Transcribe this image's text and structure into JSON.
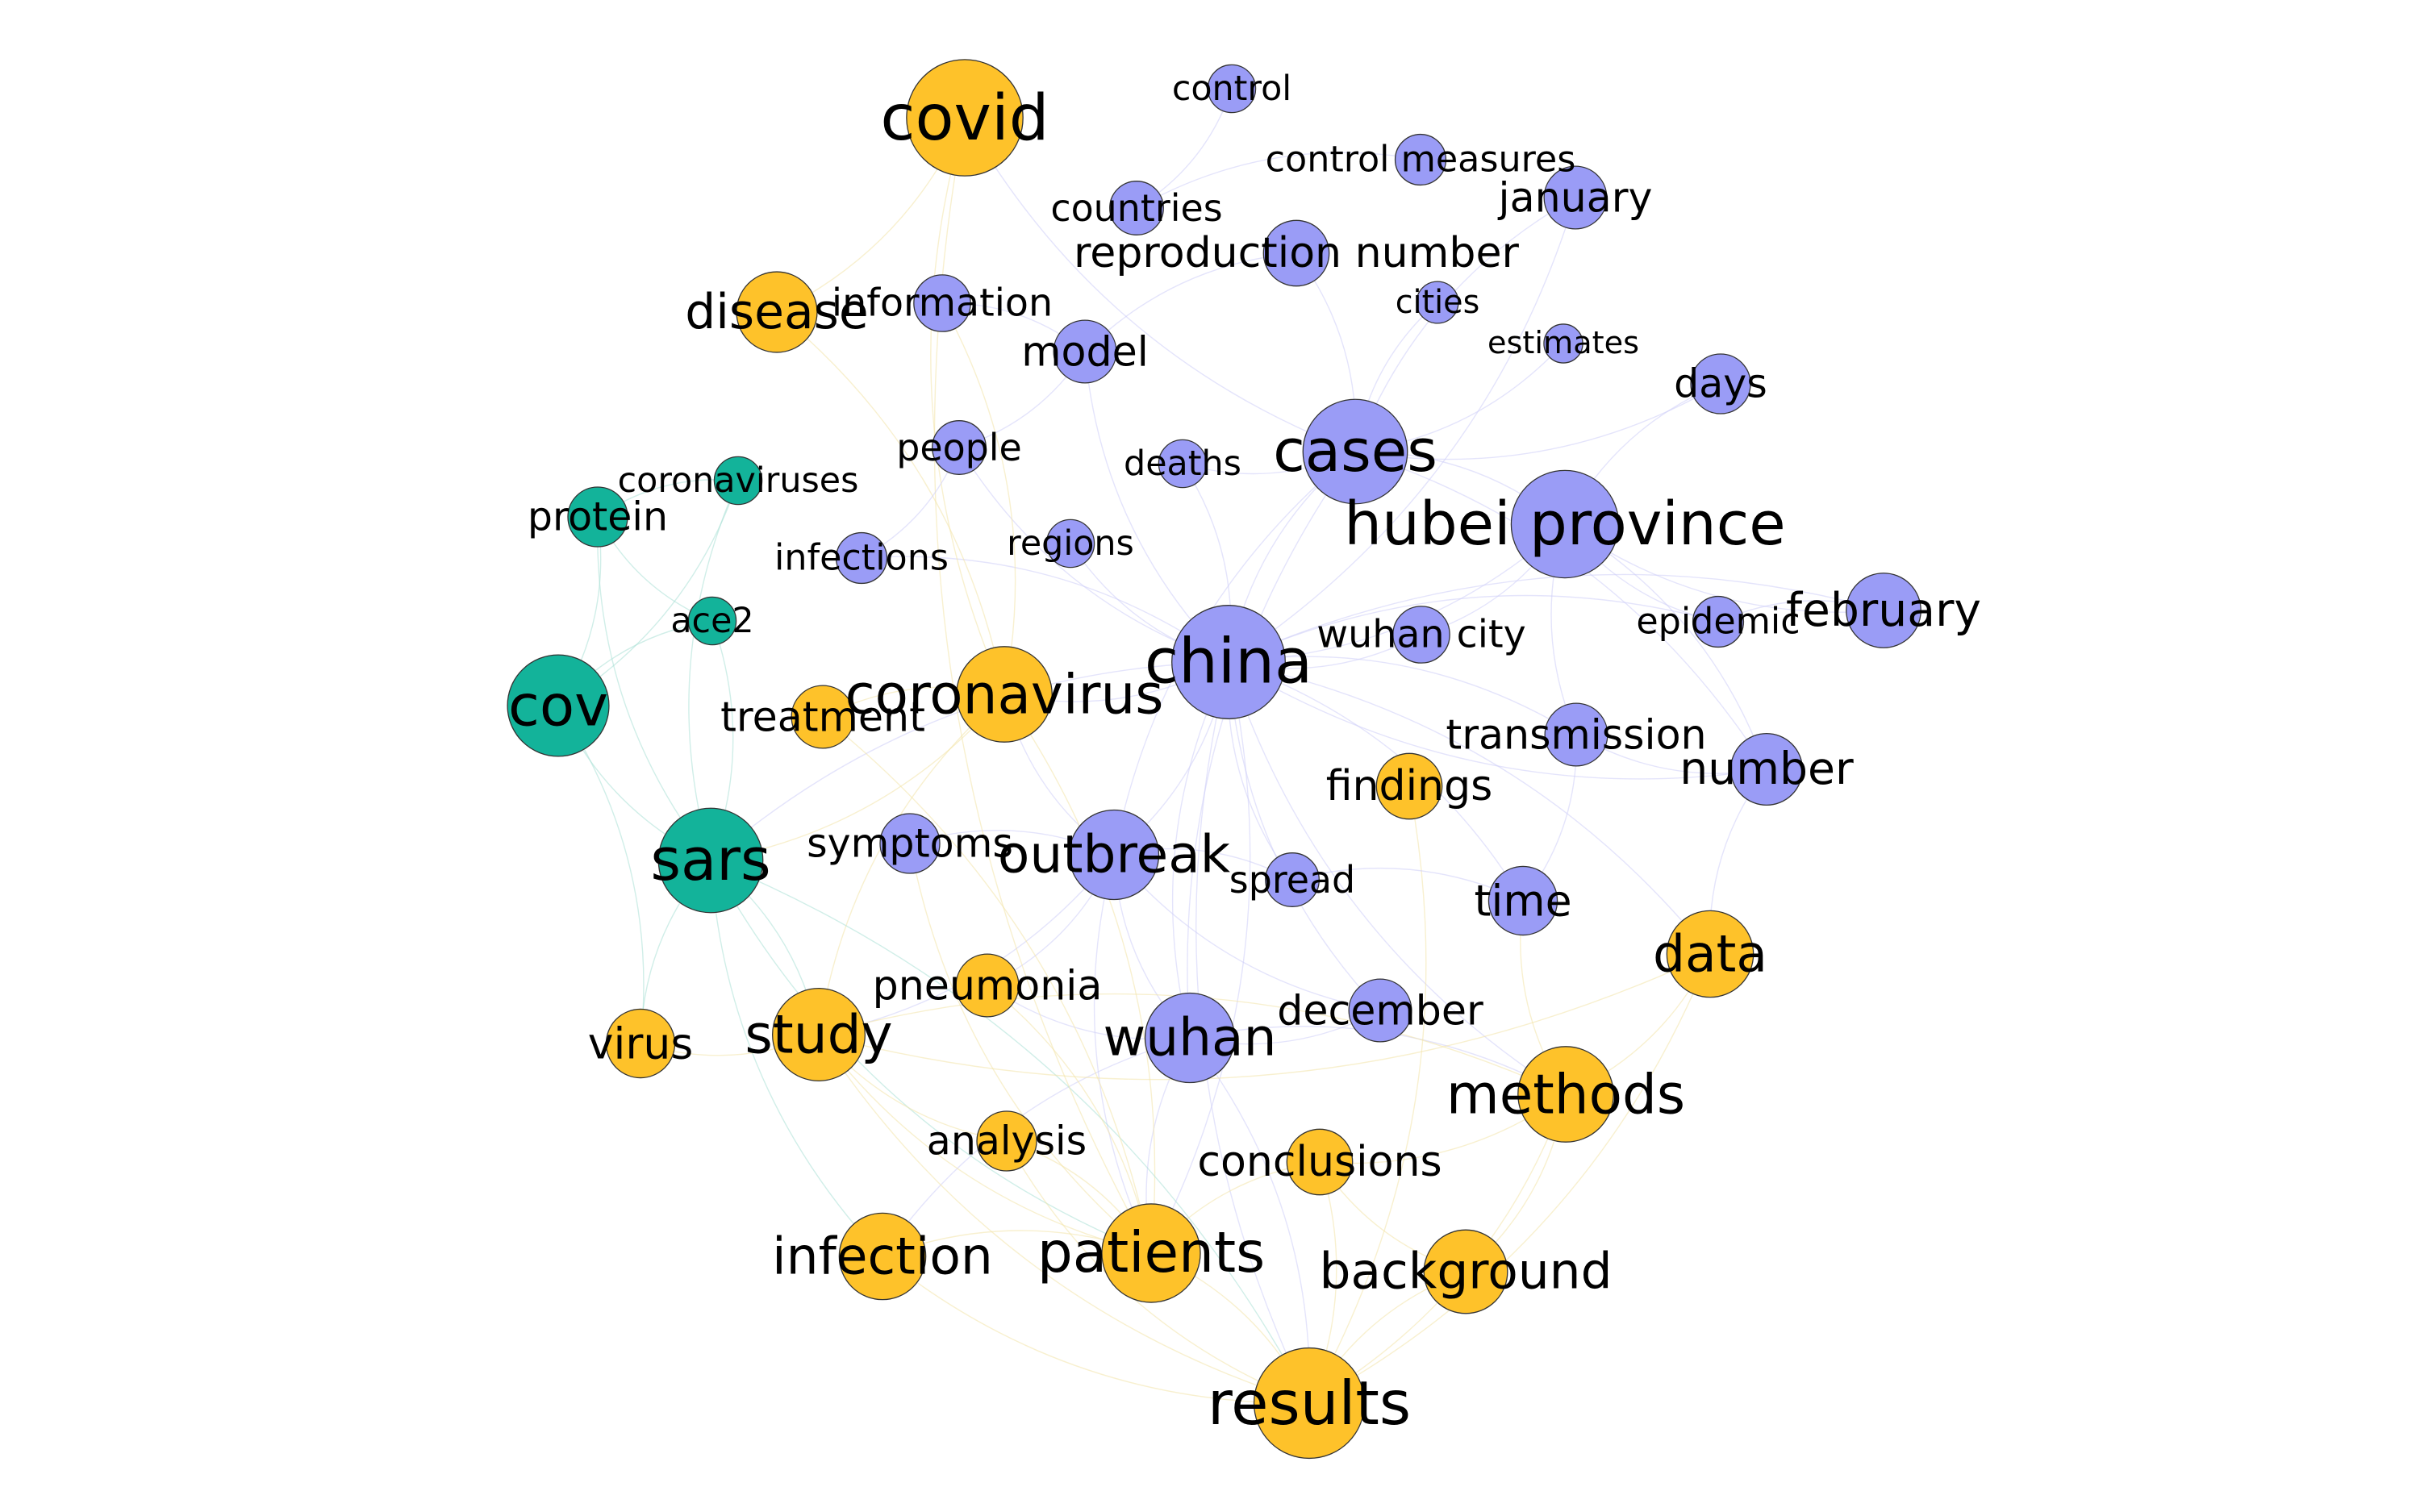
{
  "colors": {
    "topic_a": "#FEC22A",
    "topic_b": "#9A9CF6",
    "topic_c": "#13B39A",
    "node_stroke": "#333333",
    "edge_a": "#F3E3A8",
    "edge_b": "#CDCEF7",
    "edge_c": "#A9E0D6"
  },
  "nodes": [
    {
      "id": "covid",
      "label": "covid",
      "group": "topic_a",
      "weight": 39
    },
    {
      "id": "disease",
      "label": "disease",
      "group": "topic_a",
      "weight": 27
    },
    {
      "id": "coronavirus",
      "label": "coronavirus",
      "group": "topic_a",
      "weight": 32
    },
    {
      "id": "treatment",
      "label": "treatment",
      "group": "topic_a",
      "weight": 21
    },
    {
      "id": "findings",
      "label": "findings",
      "group": "topic_a",
      "weight": 22
    },
    {
      "id": "pneumonia",
      "label": "pneumonia",
      "group": "topic_a",
      "weight": 21
    },
    {
      "id": "virus",
      "label": "virus",
      "group": "topic_a",
      "weight": 23
    },
    {
      "id": "study",
      "label": "study",
      "group": "topic_a",
      "weight": 31
    },
    {
      "id": "data",
      "label": "data",
      "group": "topic_a",
      "weight": 29
    },
    {
      "id": "methods",
      "label": "methods",
      "group": "topic_a",
      "weight": 32
    },
    {
      "id": "analysis",
      "label": "analysis",
      "group": "topic_a",
      "weight": 20
    },
    {
      "id": "conclusions",
      "label": "conclusions",
      "group": "topic_a",
      "weight": 22
    },
    {
      "id": "infection",
      "label": "infection",
      "group": "topic_a",
      "weight": 29
    },
    {
      "id": "patients",
      "label": "patients",
      "group": "topic_a",
      "weight": 33
    },
    {
      "id": "background",
      "label": "background",
      "group": "topic_a",
      "weight": 28
    },
    {
      "id": "results",
      "label": "results",
      "group": "topic_a",
      "weight": 37
    },
    {
      "id": "control",
      "label": "control",
      "group": "topic_b",
      "weight": 16
    },
    {
      "id": "control_measures",
      "label": "control measures",
      "group": "topic_b",
      "weight": 17
    },
    {
      "id": "countries",
      "label": "countries",
      "group": "topic_b",
      "weight": 18
    },
    {
      "id": "january",
      "label": "january",
      "group": "topic_b",
      "weight": 21
    },
    {
      "id": "reproduction_number",
      "label": "reproduction number",
      "group": "topic_b",
      "weight": 22
    },
    {
      "id": "information",
      "label": "information",
      "group": "topic_b",
      "weight": 19
    },
    {
      "id": "cities",
      "label": "cities",
      "group": "topic_b",
      "weight": 14
    },
    {
      "id": "model",
      "label": "model",
      "group": "topic_b",
      "weight": 21
    },
    {
      "id": "estimates",
      "label": "estimates",
      "group": "topic_b",
      "weight": 13
    },
    {
      "id": "days",
      "label": "days",
      "group": "topic_b",
      "weight": 20
    },
    {
      "id": "people",
      "label": "people",
      "group": "topic_b",
      "weight": 18
    },
    {
      "id": "deaths",
      "label": "deaths",
      "group": "topic_b",
      "weight": 16
    },
    {
      "id": "cases",
      "label": "cases",
      "group": "topic_b",
      "weight": 35
    },
    {
      "id": "hubei_province",
      "label": "hubei province",
      "group": "topic_b",
      "weight": 36
    },
    {
      "id": "infections",
      "label": "infections",
      "group": "topic_b",
      "weight": 17
    },
    {
      "id": "regions",
      "label": "regions",
      "group": "topic_b",
      "weight": 16
    },
    {
      "id": "china",
      "label": "china",
      "group": "topic_b",
      "weight": 38
    },
    {
      "id": "wuhan_city",
      "label": "wuhan city",
      "group": "topic_b",
      "weight": 19
    },
    {
      "id": "epidemic",
      "label": "epidemic",
      "group": "topic_b",
      "weight": 17
    },
    {
      "id": "february",
      "label": "february",
      "group": "topic_b",
      "weight": 25
    },
    {
      "id": "transmission",
      "label": "transmission",
      "group": "topic_b",
      "weight": 21
    },
    {
      "id": "number",
      "label": "number",
      "group": "topic_b",
      "weight": 24
    },
    {
      "id": "symptoms",
      "label": "symptoms",
      "group": "topic_b",
      "weight": 20
    },
    {
      "id": "outbreak",
      "label": "outbreak",
      "group": "topic_b",
      "weight": 30
    },
    {
      "id": "spread",
      "label": "spread",
      "group": "topic_b",
      "weight": 18
    },
    {
      "id": "time",
      "label": "time",
      "group": "topic_b",
      "weight": 23
    },
    {
      "id": "december",
      "label": "december",
      "group": "topic_b",
      "weight": 21
    },
    {
      "id": "wuhan",
      "label": "wuhan",
      "group": "topic_b",
      "weight": 30
    },
    {
      "id": "coronaviruses",
      "label": "coronaviruses",
      "group": "topic_c",
      "weight": 16
    },
    {
      "id": "protein",
      "label": "protein",
      "group": "topic_c",
      "weight": 20
    },
    {
      "id": "ace2",
      "label": "ace2",
      "group": "topic_c",
      "weight": 16
    },
    {
      "id": "cov",
      "label": "cov",
      "group": "topic_c",
      "weight": 34
    },
    {
      "id": "sars",
      "label": "sars",
      "group": "topic_c",
      "weight": 35
    }
  ],
  "edges": [
    [
      "china",
      "cases"
    ],
    [
      "china",
      "hubei_province"
    ],
    [
      "china",
      "outbreak"
    ],
    [
      "china",
      "wuhan"
    ],
    [
      "china",
      "coronavirus"
    ],
    [
      "china",
      "wuhan_city"
    ],
    [
      "china",
      "transmission"
    ],
    [
      "china",
      "number"
    ],
    [
      "china",
      "february"
    ],
    [
      "china",
      "january"
    ],
    [
      "china",
      "model"
    ],
    [
      "china",
      "deaths"
    ],
    [
      "china",
      "regions"
    ],
    [
      "china",
      "infections"
    ],
    [
      "china",
      "people"
    ],
    [
      "china",
      "spread"
    ],
    [
      "china",
      "time"
    ],
    [
      "china",
      "december"
    ],
    [
      "china",
      "epidemic"
    ],
    [
      "china",
      "results"
    ],
    [
      "china",
      "data"
    ],
    [
      "china",
      "methods"
    ],
    [
      "china",
      "patients"
    ],
    [
      "china",
      "sars"
    ],
    [
      "cases",
      "hubei_province"
    ],
    [
      "cases",
      "wuhan"
    ],
    [
      "cases",
      "number"
    ],
    [
      "cases",
      "days"
    ],
    [
      "cases",
      "deaths"
    ],
    [
      "cases",
      "reproduction_number"
    ],
    [
      "cases",
      "cities"
    ],
    [
      "cases",
      "estimates"
    ],
    [
      "cases",
      "january"
    ],
    [
      "cases",
      "outbreak"
    ],
    [
      "cases",
      "covid"
    ],
    [
      "hubei_province",
      "february"
    ],
    [
      "hubei_province",
      "wuhan_city"
    ],
    [
      "hubei_province",
      "epidemic"
    ],
    [
      "hubei_province",
      "number"
    ],
    [
      "hubei_province",
      "transmission"
    ],
    [
      "hubei_province",
      "days"
    ],
    [
      "outbreak",
      "wuhan"
    ],
    [
      "outbreak",
      "coronavirus"
    ],
    [
      "outbreak",
      "symptoms"
    ],
    [
      "outbreak",
      "spread"
    ],
    [
      "outbreak",
      "december"
    ],
    [
      "outbreak",
      "study"
    ],
    [
      "outbreak",
      "patients"
    ],
    [
      "outbreak",
      "pneumonia"
    ],
    [
      "wuhan",
      "december"
    ],
    [
      "wuhan",
      "pneumonia"
    ],
    [
      "wuhan",
      "patients"
    ],
    [
      "wuhan",
      "methods"
    ],
    [
      "wuhan",
      "infection"
    ],
    [
      "wuhan",
      "results"
    ],
    [
      "coronavirus",
      "disease"
    ],
    [
      "coronavirus",
      "covid"
    ],
    [
      "coronavirus",
      "treatment"
    ],
    [
      "coronavirus",
      "sars"
    ],
    [
      "coronavirus",
      "study"
    ],
    [
      "coronavirus",
      "patients"
    ],
    [
      "coronavirus",
      "information"
    ],
    [
      "sars",
      "cov"
    ],
    [
      "sars",
      "virus"
    ],
    [
      "sars",
      "protein"
    ],
    [
      "sars",
      "ace2"
    ],
    [
      "sars",
      "coronaviruses"
    ],
    [
      "sars",
      "infection"
    ],
    [
      "sars",
      "study"
    ],
    [
      "sars",
      "patients"
    ],
    [
      "sars",
      "results"
    ],
    [
      "cov",
      "protein"
    ],
    [
      "cov",
      "ace2"
    ],
    [
      "cov",
      "coronaviruses"
    ],
    [
      "cov",
      "virus"
    ],
    [
      "protein",
      "ace2"
    ],
    [
      "protein",
      "coronaviruses"
    ],
    [
      "results",
      "methods"
    ],
    [
      "results",
      "background"
    ],
    [
      "results",
      "patients"
    ],
    [
      "results",
      "infection"
    ],
    [
      "results",
      "conclusions"
    ],
    [
      "results",
      "study"
    ],
    [
      "results",
      "data"
    ],
    [
      "results",
      "analysis"
    ],
    [
      "results",
      "findings"
    ],
    [
      "methods",
      "background"
    ],
    [
      "methods",
      "data"
    ],
    [
      "methods",
      "conclusions"
    ],
    [
      "methods",
      "study"
    ],
    [
      "methods",
      "time"
    ],
    [
      "patients",
      "infection"
    ],
    [
      "patients",
      "study"
    ],
    [
      "patients",
      "analysis"
    ],
    [
      "patients",
      "conclusions"
    ],
    [
      "patients",
      "pneumonia"
    ],
    [
      "patients",
      "symptoms"
    ],
    [
      "patients",
      "treatment"
    ],
    [
      "background",
      "conclusions"
    ],
    [
      "study",
      "data"
    ],
    [
      "study",
      "virus"
    ],
    [
      "study",
      "analysis"
    ],
    [
      "covid",
      "disease"
    ],
    [
      "covid",
      "patients"
    ],
    [
      "model",
      "reproduction_number"
    ],
    [
      "model",
      "information"
    ],
    [
      "model",
      "people"
    ],
    [
      "transmission",
      "number"
    ],
    [
      "transmission",
      "time"
    ],
    [
      "number",
      "data"
    ],
    [
      "countries",
      "control_measures"
    ],
    [
      "countries",
      "control"
    ],
    [
      "epidemic",
      "february"
    ],
    [
      "infections",
      "people"
    ],
    [
      "spread",
      "time"
    ]
  ]
}
